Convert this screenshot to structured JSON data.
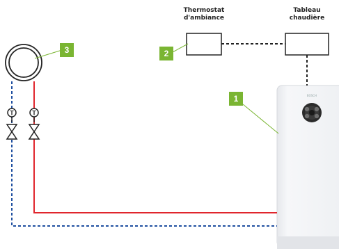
{
  "labels": {
    "thermostat_line1": "Thermostat",
    "thermostat_line2": "d'ambiance",
    "tableau_line1": "Tableau",
    "tableau_line2": "chaudière"
  },
  "badges": {
    "one": "1",
    "two": "2",
    "three": "3"
  },
  "sensor_letter": "T",
  "colors": {
    "badge_green": "#7ab532",
    "flow_red": "#e0262d",
    "return_blue": "#1f4fa0",
    "leader_green": "#7ab532",
    "boiler_body": "#f4f5f7"
  },
  "icons": {
    "boiler": "boiler-unit",
    "tank": "hot-water-tank",
    "valve": "valve-symbol",
    "sensor": "temperature-sensor"
  }
}
